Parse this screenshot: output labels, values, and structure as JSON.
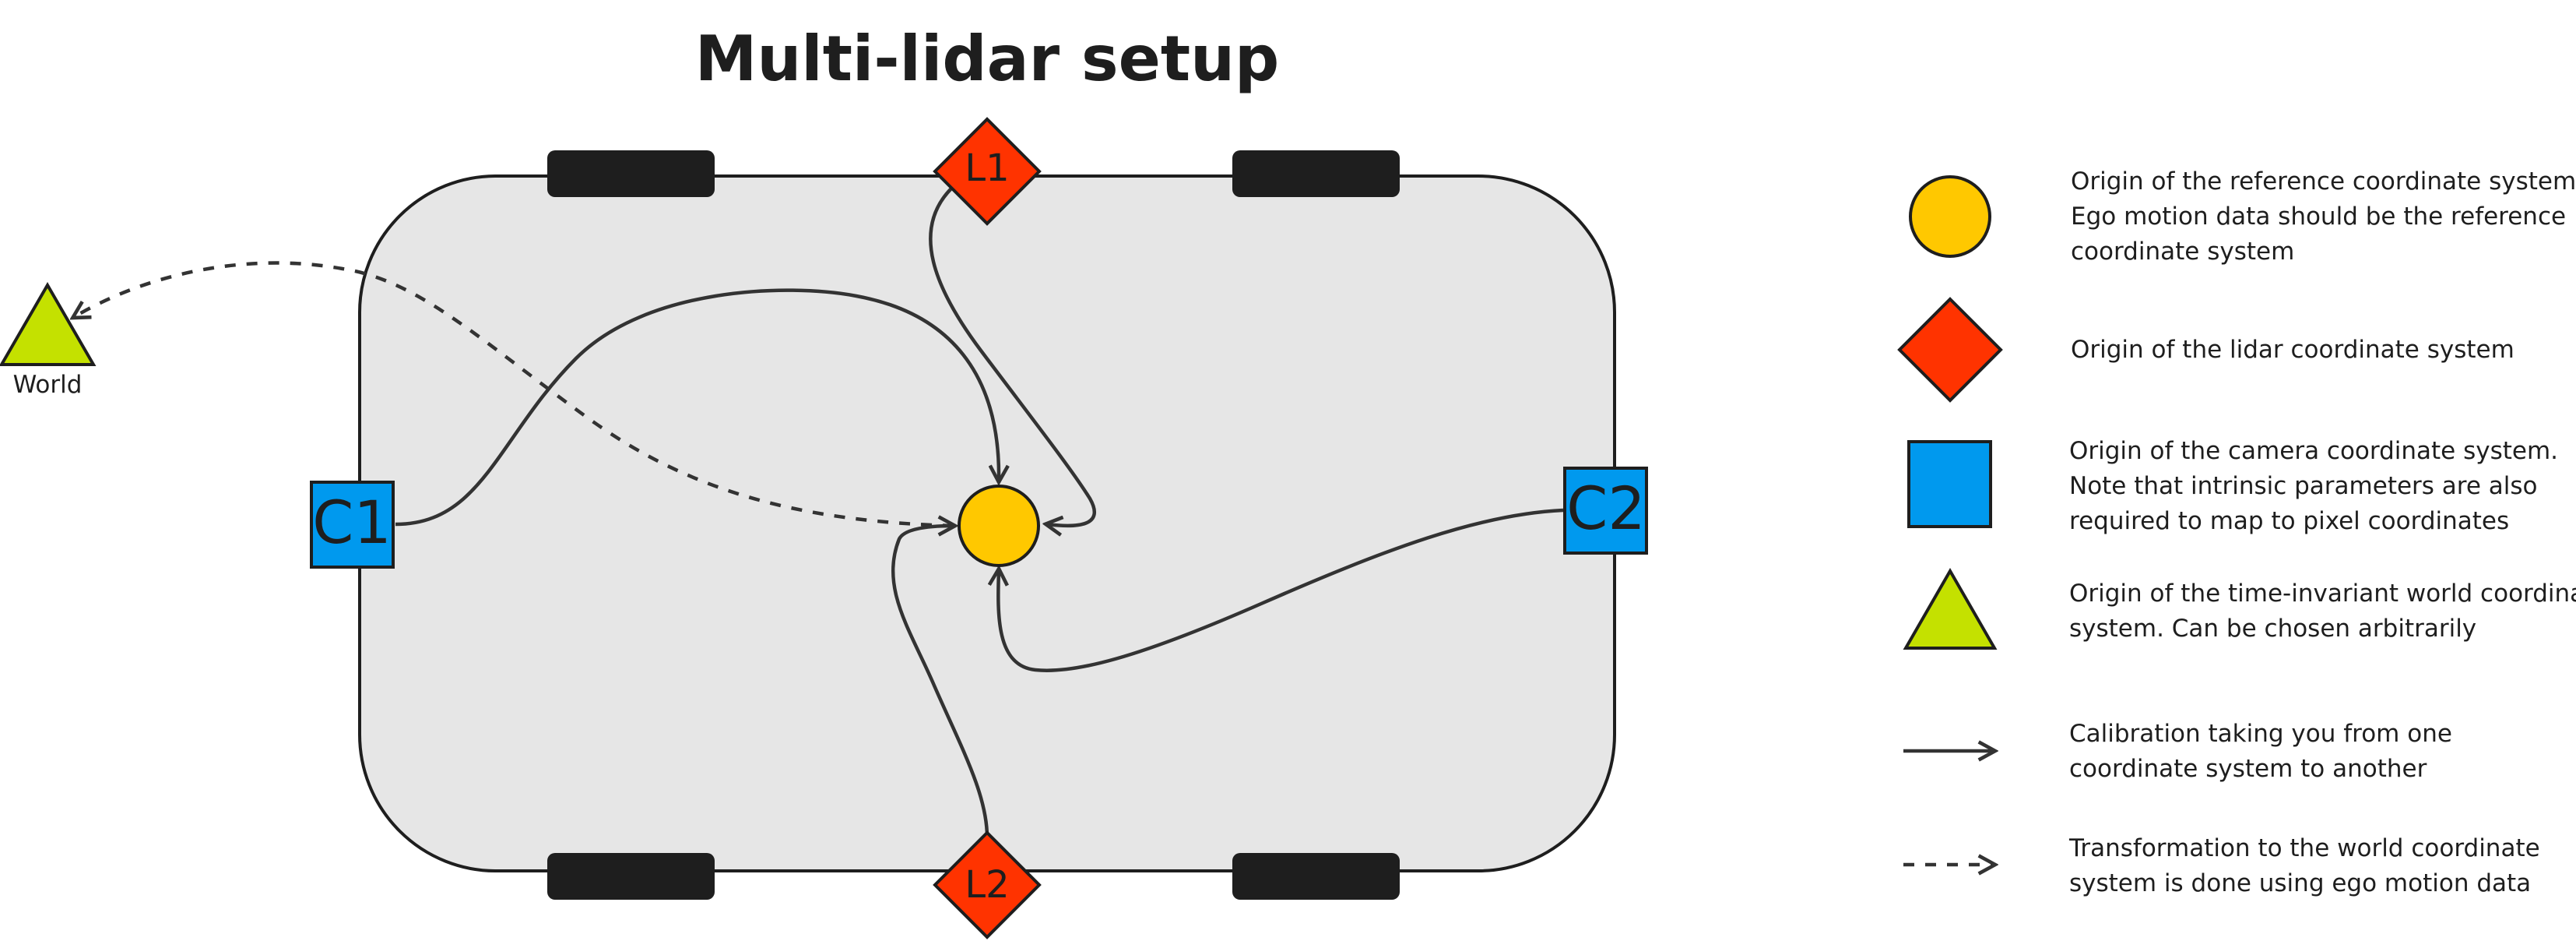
{
  "title": "Multi-lidar setup",
  "colors": {
    "reference_origin": "#ffc800",
    "lidar": "#ff3300",
    "camera": "#0099ee",
    "world": "#c4e100",
    "vehicle_body": "#e6e6e6",
    "wheel": "#1e1e1e",
    "edge": "#333333"
  },
  "nodes": {
    "lidar_1": "L1",
    "lidar_2": "L2",
    "camera_1": "C1",
    "camera_2": "C2",
    "world": "World"
  },
  "legend": [
    {
      "icon": "circle-icon",
      "lines": [
        "Origin of the reference coordinate system.",
        "Ego motion data should be the reference",
        "coordinate system"
      ]
    },
    {
      "icon": "diamond-icon",
      "lines": [
        "Origin of the lidar coordinate system"
      ]
    },
    {
      "icon": "square-icon",
      "lines": [
        "Origin of the camera coordinate system.",
        "Note that intrinsic parameters are also",
        "required to map to pixel coordinates"
      ]
    },
    {
      "icon": "triangle-icon",
      "lines": [
        "Origin of the time-invariant world coordinate",
        "system. Can be chosen arbitrarily"
      ]
    },
    {
      "icon": "solid-arrow-icon",
      "lines": [
        "Calibration taking you from one",
        "coordinate system to another"
      ]
    },
    {
      "icon": "dashed-arrow-icon",
      "lines": [
        "Transformation to the world coordinate",
        "system is done using ego motion data"
      ]
    }
  ]
}
